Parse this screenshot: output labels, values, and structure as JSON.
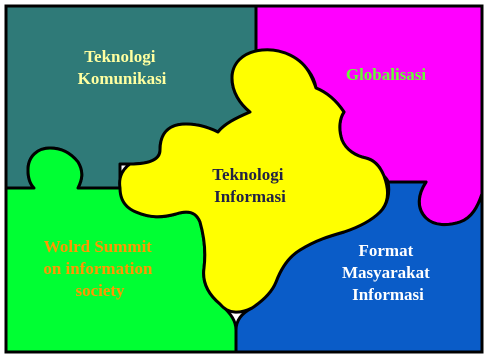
{
  "pieces": {
    "top_left": {
      "fill": "#2f7a78",
      "text_color": "#ffffa0",
      "label_lines": [
        "Teknologi",
        "Komunikasi"
      ]
    },
    "top_right": {
      "fill": "#ff00ff",
      "text_color": "#66ff33",
      "label_lines": [
        "Globalisasi"
      ]
    },
    "bottom_left": {
      "fill": "#00ff33",
      "text_color": "#ff9900",
      "label_lines": [
        "Wolrd Summit",
        "on information",
        "society"
      ]
    },
    "bottom_right": {
      "fill": "#0a5cc8",
      "text_color": "#ffffff",
      "label_lines": [
        "Format",
        "Masyarakat",
        "Informasi"
      ]
    },
    "center": {
      "fill": "#ffff00",
      "text_color": "#222244",
      "label_lines": [
        "Teknologi",
        "Informasi"
      ]
    }
  },
  "outline_color": "#000000"
}
